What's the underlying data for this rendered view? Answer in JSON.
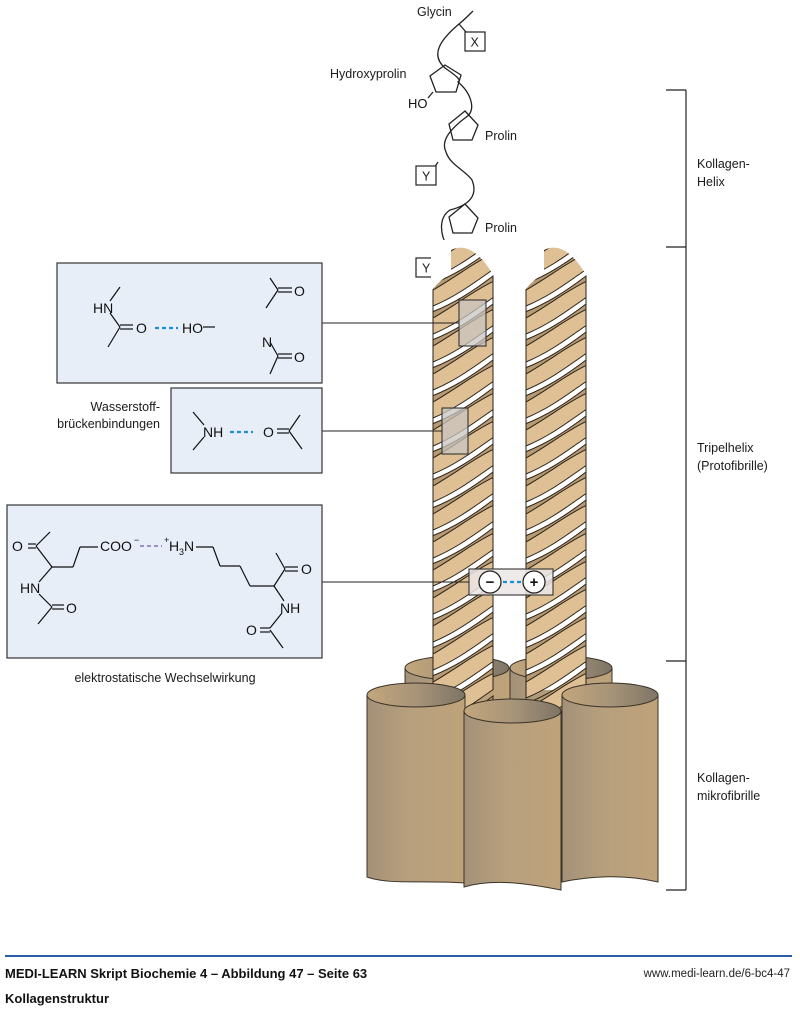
{
  "figure": {
    "labels": {
      "glycin": "Glycin",
      "x_box": "X",
      "hydroxyprolin": "Hydroxyprolin",
      "ho": "HO",
      "prolin_1": "Prolin",
      "y_box_1": "Y",
      "prolin_2": "Prolin",
      "y_box_2": "Y"
    },
    "brackets": [
      {
        "line1": "Kollagen-",
        "line2": "Helix"
      },
      {
        "line1": "Tripelhelix",
        "line2": "(Protofibrille)"
      },
      {
        "line1": "Kollagen-",
        "line2": "mikrofibrille"
      }
    ],
    "box1": {
      "hn": "HN",
      "o": "O",
      "ho": "HO",
      "o_right": "O",
      "n": "N",
      "o_bottom": "O"
    },
    "box2": {
      "caption_line1": "Wasserstoff-",
      "caption_line2": "brückenbindungen",
      "nh": "NH",
      "o": "O"
    },
    "box3": {
      "o_left": "O",
      "coo": "COO",
      "coo_charge": "−",
      "h3n_charge": "+",
      "h3n_h": "H",
      "h3n_sub": "3",
      "h3n_n": "N",
      "hn": "HN",
      "o_left_bottom": "O",
      "o_right": "O",
      "nh": "NH",
      "o_right_bottom": "O",
      "caption": "elektrostatische Wechselwirkung"
    },
    "charges": {
      "minus": "−",
      "plus": "+"
    },
    "colors": {
      "strand_light": "#dfc094",
      "strand_dark": "#b89a72",
      "box_fill": "#e8eef8",
      "hbond": "#1a8fd6",
      "ionic": "#9a8fc8",
      "footer_line": "#2a5fa8"
    }
  },
  "footer": {
    "title": "MEDI-LEARN Skript Biochemie 4 – Abbildung 47 – Seite 63",
    "subtitle": "Kollagenstruktur",
    "url": "www.medi-learn.de/6-bc4-47"
  }
}
